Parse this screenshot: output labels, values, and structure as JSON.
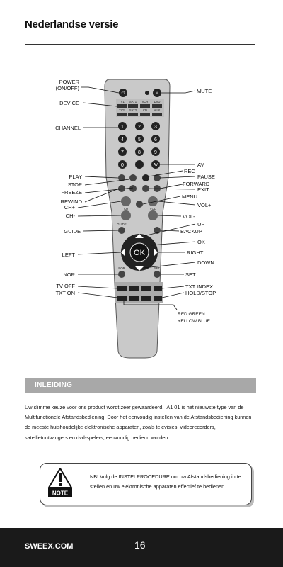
{
  "header": {
    "title": "Nederlandse versie"
  },
  "remote": {
    "labels_left": {
      "power": "POWER",
      "power_sub": "(ON/OFF)",
      "device": "DEVICE",
      "channel": "CHANNEL",
      "play": "PLAY",
      "stop": "STOP",
      "freeze": "FREEZE",
      "rewind": "REWIND",
      "ch_plus": "CH+",
      "ch_minus": "CH-",
      "guide": "GUIDE",
      "left": "LEFT",
      "nor": "NOR",
      "tv_off": "TV OFF",
      "txt_on": "TXT ON"
    },
    "labels_right": {
      "mute": "MUTE",
      "av": "AV",
      "rec": "REC",
      "pause": "PAUSE",
      "forward": "FORWARD",
      "exit": "EXIT",
      "menu": "MENU",
      "vol_plus": "VOL+",
      "vol_minus": "VOL-",
      "up": "UP",
      "backup": "BACKUP",
      "ok": "OK",
      "right": "RIGHT",
      "down": "DOWN",
      "set": "SET",
      "txt_index": "TXT INDEX",
      "hold_stop": "HOLD/STOP",
      "colors_1": "RED  GREEN",
      "colors_2": "YELLOW  BLUE"
    },
    "device_row1": [
      "TV1",
      "SAT1",
      "VCR",
      "DVD"
    ],
    "device_row2": [
      "TV2",
      "SAT2",
      "CD",
      "AUX"
    ],
    "digits": [
      "1",
      "2",
      "3",
      "4",
      "5",
      "6",
      "7",
      "8",
      "9",
      "0"
    ],
    "av_key": "AV",
    "ok_key": "OK",
    "ch_key": "CH",
    "vol_key": "VOL",
    "guide_key": "GUIDE",
    "nor_key": "NOR",
    "set_key": "SET",
    "mute_key": "M",
    "power_key": "⏻"
  },
  "section": {
    "heading": "INLEIDING"
  },
  "intro": {
    "text": "Uw slimme keuze voor ons product wordt zeer gewaardeerd. IA1 01 is het nieuwste type van de Multifunctionele Afstandsbediening. Door het eenvoudig instellen van de Afstandsbediening kunnen de meeste huishoudelijke elektronische apparaten, zoals televisies, videorecorders, satellietontvangers en dvd-spelers, eenvoudig bediend worden."
  },
  "note": {
    "icon_label": "NOTE",
    "text": "NB! Volg de INSTELPROCEDURE om uw Afstandsbediening in te stellen en uw elektronische apparaten effectief te bedienen."
  },
  "footer": {
    "brand": "SWEEX.COM",
    "page": "16"
  }
}
